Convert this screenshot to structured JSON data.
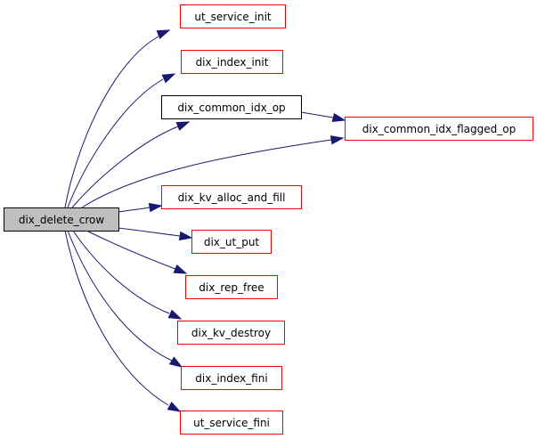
{
  "diagram": {
    "type": "call-graph",
    "colors": {
      "root_fill": "#bfbfbf",
      "root_stroke": "#000000",
      "linked_stroke": "#000000",
      "unlinked_stroke": "#ff0000",
      "edge": "#191970",
      "background": "#ffffff"
    },
    "nodes": [
      {
        "id": "dix_delete_crow",
        "label": "dix_delete_crow",
        "kind": "root"
      },
      {
        "id": "ut_service_init",
        "label": "ut_service_init",
        "kind": "red"
      },
      {
        "id": "dix_index_init",
        "label": "dix_index_init",
        "kind": "red"
      },
      {
        "id": "dix_common_idx_op",
        "label": "dix_common_idx_op",
        "kind": "black"
      },
      {
        "id": "dix_common_idx_flagged_op",
        "label": "dix_common_idx_flagged_op",
        "kind": "red"
      },
      {
        "id": "dix_kv_alloc_and_fill",
        "label": "dix_kv_alloc_and_fill",
        "kind": "red"
      },
      {
        "id": "dix_ut_put",
        "label": "dix_ut_put",
        "kind": "red"
      },
      {
        "id": "dix_rep_free",
        "label": "dix_rep_free",
        "kind": "red"
      },
      {
        "id": "dix_kv_destroy",
        "label": "dix_kv_destroy",
        "kind": "red"
      },
      {
        "id": "dix_index_fini",
        "label": "dix_index_fini",
        "kind": "red"
      },
      {
        "id": "ut_service_fini",
        "label": "ut_service_fini",
        "kind": "red"
      }
    ],
    "edges": [
      {
        "from": "dix_delete_crow",
        "to": "ut_service_init"
      },
      {
        "from": "dix_delete_crow",
        "to": "dix_index_init"
      },
      {
        "from": "dix_delete_crow",
        "to": "dix_common_idx_op"
      },
      {
        "from": "dix_delete_crow",
        "to": "dix_common_idx_flagged_op"
      },
      {
        "from": "dix_delete_crow",
        "to": "dix_kv_alloc_and_fill"
      },
      {
        "from": "dix_delete_crow",
        "to": "dix_ut_put"
      },
      {
        "from": "dix_delete_crow",
        "to": "dix_rep_free"
      },
      {
        "from": "dix_delete_crow",
        "to": "dix_kv_destroy"
      },
      {
        "from": "dix_delete_crow",
        "to": "dix_index_fini"
      },
      {
        "from": "dix_delete_crow",
        "to": "ut_service_fini"
      },
      {
        "from": "dix_common_idx_op",
        "to": "dix_common_idx_flagged_op"
      }
    ]
  }
}
